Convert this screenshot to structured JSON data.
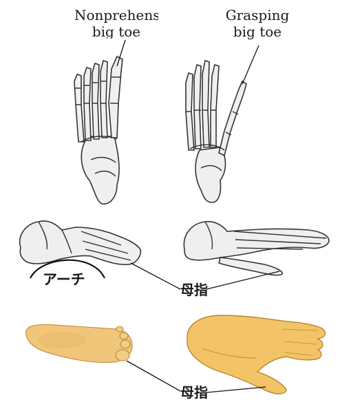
{
  "labels": {
    "nonprehensile_line1": "Nonprehens",
    "nonprehensile_line2": "big toe",
    "grasping_line1": "Grasping",
    "grasping_line2": "big toe",
    "arch": "アーチ",
    "big_toe_side": "母指",
    "big_toe_bottom": "母指"
  },
  "colors": {
    "bone_fill": "#efefef",
    "bone_outline": "#333333",
    "skin_fill": "#f0c77a",
    "skin_shadow": "#d9a24e",
    "background": "#ffffff"
  }
}
